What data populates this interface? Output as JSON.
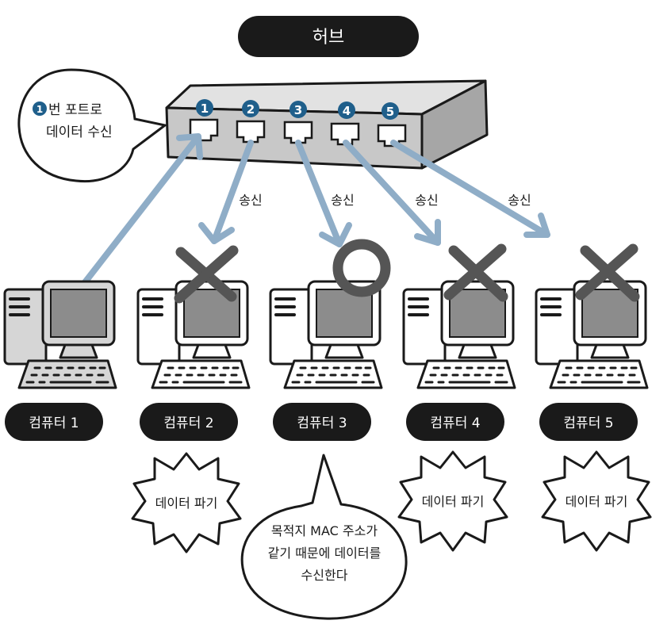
{
  "title": "허브",
  "callout_receive": {
    "num": "1",
    "line1": "번 포트로",
    "line2": "데이터 수신"
  },
  "ports": [
    "1",
    "2",
    "3",
    "4",
    "5"
  ],
  "send_label": "송신",
  "computers": [
    "컴퓨터 1",
    "컴퓨터 2",
    "컴퓨터 3",
    "컴퓨터 4",
    "컴퓨터 5"
  ],
  "discard_label": "데이터 파기",
  "accept_callout": {
    "line1": "목적지 MAC 주소가",
    "line2": "같기 때문에 데이터를",
    "line3": "수신한다"
  },
  "colors": {
    "arrow": "#8fadc7",
    "port_badge": "#1f5f8b",
    "mark": "#555555",
    "hub_front": "#c8c8c8",
    "hub_top": "#e2e2e2",
    "hub_side": "#a6a6a6",
    "pill": "#1a1a1a"
  },
  "icons": {
    "reject": "x-mark-icon",
    "accept": "circle-mark-icon",
    "computer": "desktop-computer-icon"
  }
}
